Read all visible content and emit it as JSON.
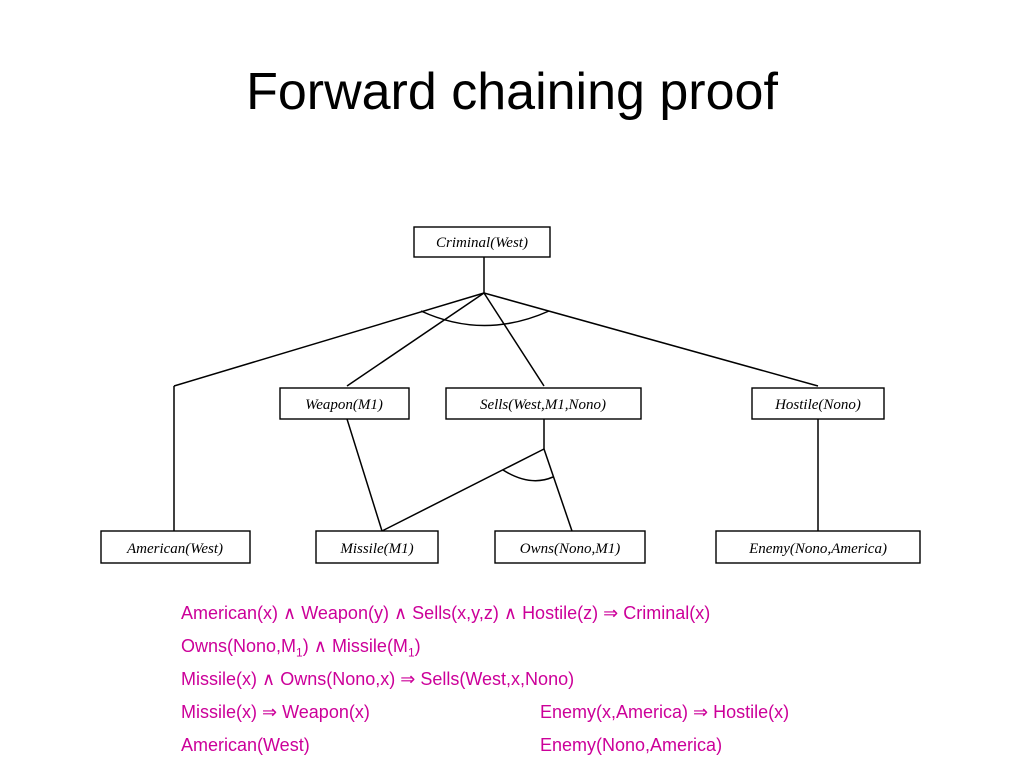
{
  "slide": {
    "title": "Forward chaining proof"
  },
  "tree": {
    "nodes": {
      "criminal_west": "Criminal(West)",
      "weapon_m1": "Weapon(M1)",
      "sells_west_m1_nono": "Sells(West,M1,Nono)",
      "hostile_nono": "Hostile(Nono)",
      "american_west": "American(West)",
      "missile_m1": "Missile(M1)",
      "owns_nono_m1": "Owns(Nono,M1)",
      "enemy_nono_america": "Enemy(Nono,America)"
    }
  },
  "rules": {
    "rule1": {
      "a": "American(x)",
      "and1": "∧",
      "b": "Weapon(y)",
      "and2": "∧",
      "c": "Sells(x,y,z)",
      "and3": "∧",
      "d": "Hostile(z)",
      "implies": "⇒",
      "e": "Criminal(x)"
    },
    "rule2": {
      "a1": "Owns(Nono,M",
      "a1_sub": "1",
      "a1_end": ")",
      "and1": "∧",
      "b1": "Missile(M",
      "b1_sub": "1",
      "b1_end": ")"
    },
    "rule3": {
      "a": "Missile(x)",
      "and1": "∧",
      "b": "Owns(Nono,x)",
      "implies": "⇒",
      "c": "Sells(West,x,Nono)"
    },
    "rule4": {
      "a": "Missile(x)",
      "implies": "⇒",
      "b": "Weapon(x)"
    },
    "rule5": {
      "a": "Enemy(x,America)",
      "implies": "⇒",
      "b": "Hostile(x)"
    },
    "fact1": "American(West)",
    "fact2": "Enemy(Nono,America)"
  }
}
